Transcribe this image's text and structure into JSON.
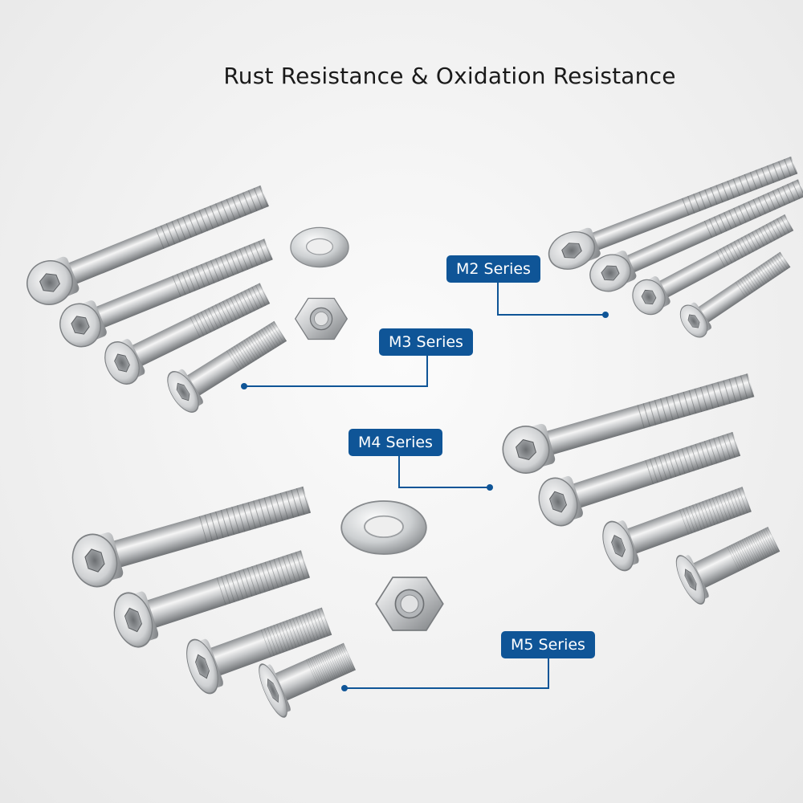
{
  "headline": "Rust Resistance & Oxidation Resistance",
  "colors": {
    "label_bg": "#0f5597",
    "label_text": "#ffffff",
    "leader_line": "#0f5597",
    "metal_light": "#f4f4f4",
    "metal_mid": "#bfc1c3",
    "metal_dark": "#7c7f82",
    "background": "#f2f2f2"
  },
  "labels": {
    "m2": "M2 Series",
    "m3": "M3 Series",
    "m4": "M4 Series",
    "m5": "M5 Series"
  },
  "icons": {
    "screw": "hex-socket-cap-screw-icon",
    "washer": "flat-washer-icon",
    "nut": "hex-nut-icon"
  }
}
